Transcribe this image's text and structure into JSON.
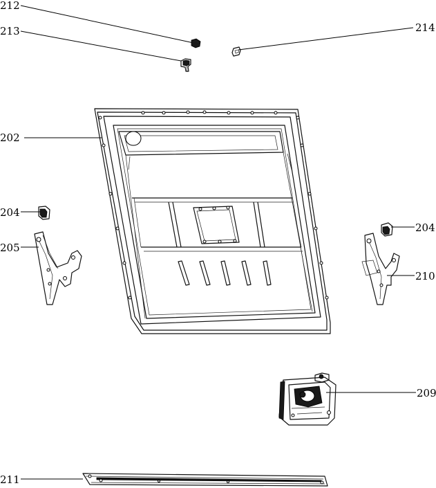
{
  "labels": {
    "p212": "212",
    "p213": "213",
    "p214": "214",
    "p202": "202",
    "p204_left": "204",
    "p204_right": "204",
    "p205": "205",
    "p210": "210",
    "p209": "209",
    "p211": "211"
  }
}
